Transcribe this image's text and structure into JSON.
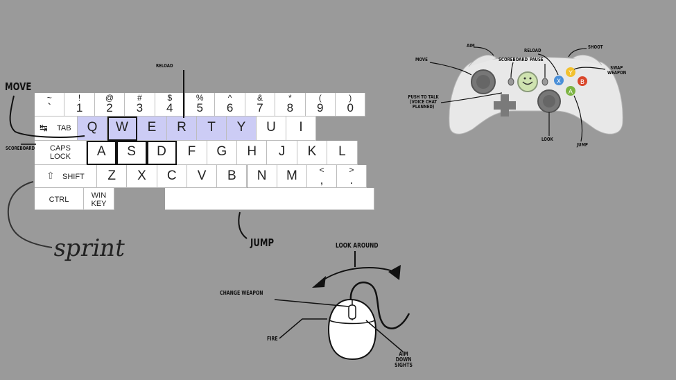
{
  "keyboard": {
    "row1": [
      {
        "top": "~",
        "bottom": "`"
      },
      {
        "top": "!",
        "bottom": "1"
      },
      {
        "top": "@",
        "bottom": "2"
      },
      {
        "top": "#",
        "bottom": "3"
      },
      {
        "top": "$",
        "bottom": "4"
      },
      {
        "top": "%",
        "bottom": "5"
      },
      {
        "top": "^",
        "bottom": "6"
      },
      {
        "top": "&",
        "bottom": "7"
      },
      {
        "top": "*",
        "bottom": "8"
      },
      {
        "top": "(",
        "bottom": "9"
      },
      {
        "top": ")",
        "bottom": "0"
      }
    ],
    "tab_label": "TAB",
    "row2": [
      "Q",
      "W",
      "E",
      "R",
      "T",
      "Y",
      "U",
      "I"
    ],
    "caps_line1": "CAPS",
    "caps_line2": "LOCK",
    "row3": [
      "A",
      "S",
      "D",
      "F",
      "G",
      "H",
      "J",
      "K",
      "L"
    ],
    "shift_label": "SHIFT",
    "row4": [
      "Z",
      "X",
      "C",
      "V",
      "B",
      "N",
      "M"
    ],
    "comma": {
      "top": "<",
      "bottom": ","
    },
    "period": {
      "top": ">",
      "bottom": "."
    },
    "ctrl_label": "CTRL",
    "win_line1": "WIN",
    "win_line2": "KEY"
  },
  "keyboard_labels": {
    "move": "MOVE",
    "reload": "RELOAD",
    "scoreboard": "SCOREBOARD",
    "jump": "JUMP",
    "sprint": "sprint"
  },
  "controller_labels": {
    "aim": "AIM",
    "shoot": "SHOOT",
    "move": "MOVE",
    "scoreboard": "SCOREBOARD",
    "reload": "RELOAD",
    "pause": "PAUSE",
    "swap_weapon": "SWAP WEAPON",
    "push_to_talk": "PUSH TO TALK (VOICE CHAT PLANNED)",
    "look": "LOOK",
    "jump": "JUMP"
  },
  "controller_buttons": {
    "y": "Y",
    "b": "B",
    "a": "A",
    "x": "X"
  },
  "mouse_labels": {
    "look_around": "LOOK AROUND",
    "change_weapon": "CHANGE WEAPON",
    "fire": "FIRE",
    "aim_down_sights": "AIM DOWN SIGHTS"
  },
  "colors": {
    "background": "#9a9a9a",
    "key": "#ffffff",
    "key_highlight": "#ccccf5",
    "y_button": "#f2c12e",
    "b_button": "#d9472b",
    "a_button": "#7cb342",
    "x_button": "#4a8fd8"
  }
}
